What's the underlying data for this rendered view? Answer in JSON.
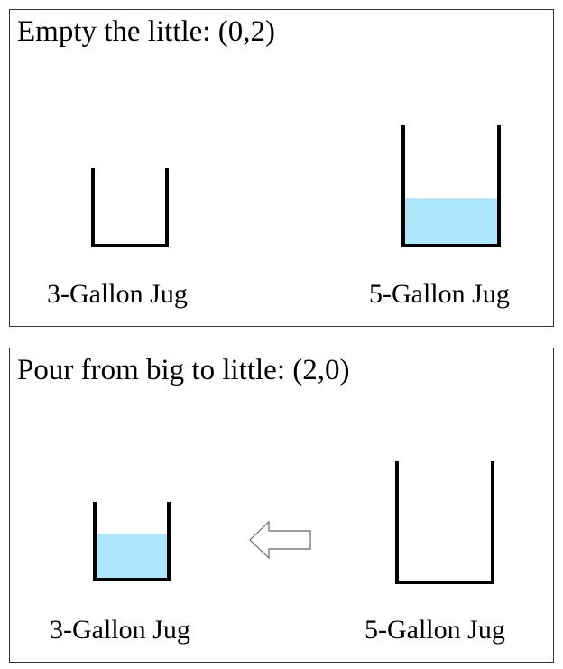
{
  "panels": [
    {
      "title": "Empty the little: (0,2)",
      "little_jug": {
        "label": "3-Gallon Jug",
        "water_level": 0
      },
      "big_jug": {
        "label": "5-Gallon Jug",
        "water_level": 0.4
      },
      "arrow": null
    },
    {
      "title": "Pour from big to little: (2,0)",
      "little_jug": {
        "label": "3-Gallon Jug",
        "water_level": 0.6
      },
      "big_jug": {
        "label": "5-Gallon Jug",
        "water_level": 0
      },
      "arrow": "big-to-little"
    }
  ],
  "colors": {
    "water": "#aee7fb",
    "outline": "#000000"
  }
}
